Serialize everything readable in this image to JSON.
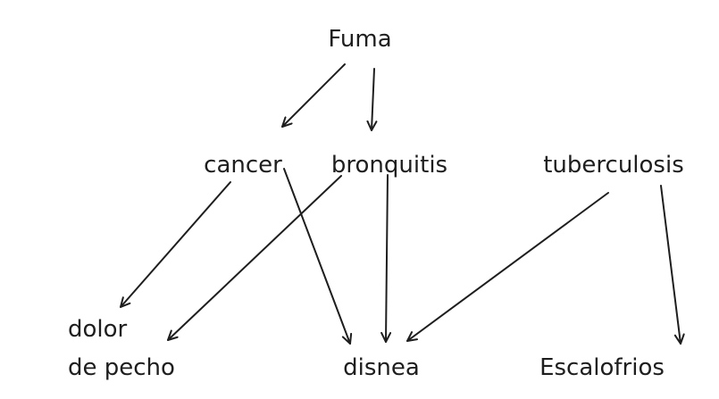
{
  "diagram": {
    "nodes": [
      {
        "id": "fuma",
        "label_lines": [
          "Fuma"
        ]
      },
      {
        "id": "cancer",
        "label_lines": [
          "cancer"
        ]
      },
      {
        "id": "bronquitis",
        "label_lines": [
          "bronquitis"
        ]
      },
      {
        "id": "tuberculosis",
        "label_lines": [
          "tuberculosis"
        ]
      },
      {
        "id": "dolor",
        "label_lines": [
          "dolor",
          "de pecho"
        ]
      },
      {
        "id": "disnea",
        "label_lines": [
          "disnea"
        ]
      },
      {
        "id": "escalofrios",
        "label_lines": [
          "Escalofrios"
        ]
      }
    ],
    "edges": [
      {
        "from": "fuma",
        "to": "cancer"
      },
      {
        "from": "fuma",
        "to": "bronquitis"
      },
      {
        "from": "cancer",
        "to": "dolor"
      },
      {
        "from": "cancer",
        "to": "disnea"
      },
      {
        "from": "bronquitis",
        "to": "dolor"
      },
      {
        "from": "bronquitis",
        "to": "disnea"
      },
      {
        "from": "tuberculosis",
        "to": "disnea"
      },
      {
        "from": "tuberculosis",
        "to": "escalofrios"
      }
    ],
    "colors": {
      "ink": "#1e1e1e",
      "background": "#ffffff"
    }
  }
}
